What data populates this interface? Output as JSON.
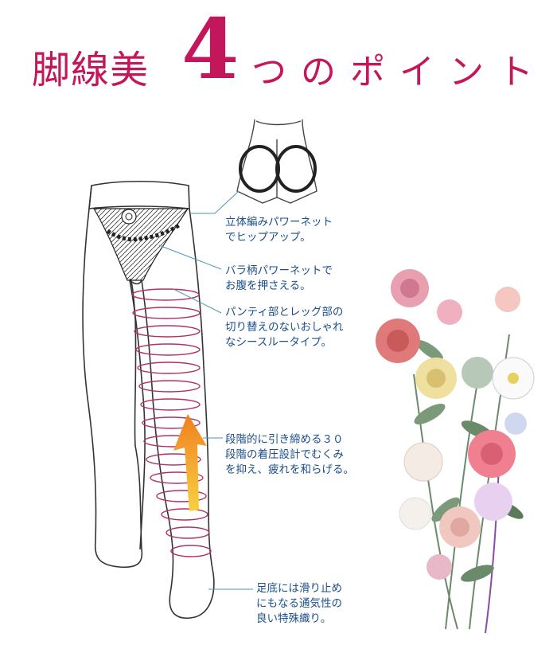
{
  "title": {
    "main": "脚線美",
    "number": "4",
    "rest": "つのポイント"
  },
  "colors": {
    "accent": "#c2185b",
    "note_text": "#1a4f8c",
    "leader_line": "#4a9aa8",
    "ring": "#b0306a",
    "arrow_top": "#f08020",
    "arrow_bottom": "#f8d040"
  },
  "points": [
    {
      "text": "立体編みパワーネット\nでヒップアップ。"
    },
    {
      "text": "バラ柄パワーネットで\nお腹を押さえる。"
    },
    {
      "text": "パンティ部とレッグ部の\n切り替えのないおしゃれ\nなシースルータイプ。"
    },
    {
      "text": "段階的に引き締める３０\n段階の着圧設計でむくみ\nを抑え、疲れを和らげる。"
    },
    {
      "text": "足底には滑り止め\nにもなる通気性の\n良い特殊織り。"
    }
  ]
}
